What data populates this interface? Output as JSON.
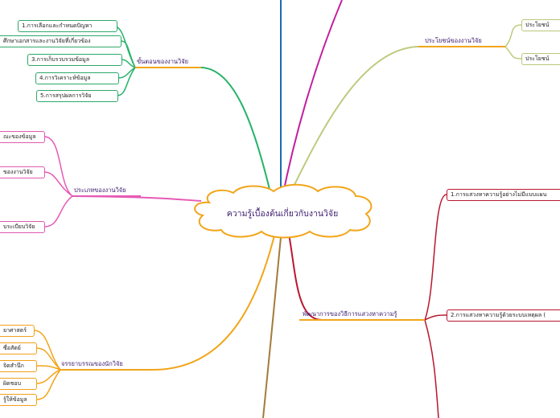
{
  "center": {
    "title": "ความรู้เบื้องต้นเกี่ยวกับงานวิจัย"
  },
  "branches": {
    "steps": {
      "title": "ขั้นตอนของงานวิจัย",
      "color": "#26b36a",
      "items": [
        "1.การเลือกและกำหนดปัญหา",
        "ศึกษาเอกสารและงานวิจัยที่เกี่ยวข้อง",
        "3.การเก็บรวบรวมข้อมูล",
        "4.การวิเคราะห์ข้อมูล",
        "5.การสรุปผลการวิจัย"
      ]
    },
    "types": {
      "title": "ประเภทของงานวิจัย",
      "color": "#e65ab6",
      "items": [
        "ณะของข้อมูล",
        "ของงานวิจัย",
        "บระเบียบวิจัย"
      ]
    },
    "ethics": {
      "title": "จรรยาบรรณของนักวิจัย",
      "color": "#f2a51a",
      "items": [
        "ยาศาสตร์",
        "ซื่อสัตย์",
        "จิตสำนึก",
        "ผิดชอบ",
        "รู้ให้ข้อมูล"
      ]
    },
    "benefits": {
      "title": "ประโยชน์ของงานวิจัย",
      "color": "#bccb7e",
      "items": [
        "ประโยชน์",
        "ประโยชน์"
      ]
    },
    "development": {
      "title": "พัฒนาการของวิธีการแสวงหาความรู้",
      "color": "#b8172f",
      "items": [
        "1.การแสวงหาความรู้อย่างไม่มีแบบแผน",
        "2.การแสวงหาความรู้ด้วยระบบเหตุผล ("
      ]
    }
  },
  "colors": {
    "blue_line": "#1e6bb0",
    "magenta_line": "#c21e9e",
    "brown_line": "#a37b3a",
    "cloud_border": "#f2a51a"
  }
}
